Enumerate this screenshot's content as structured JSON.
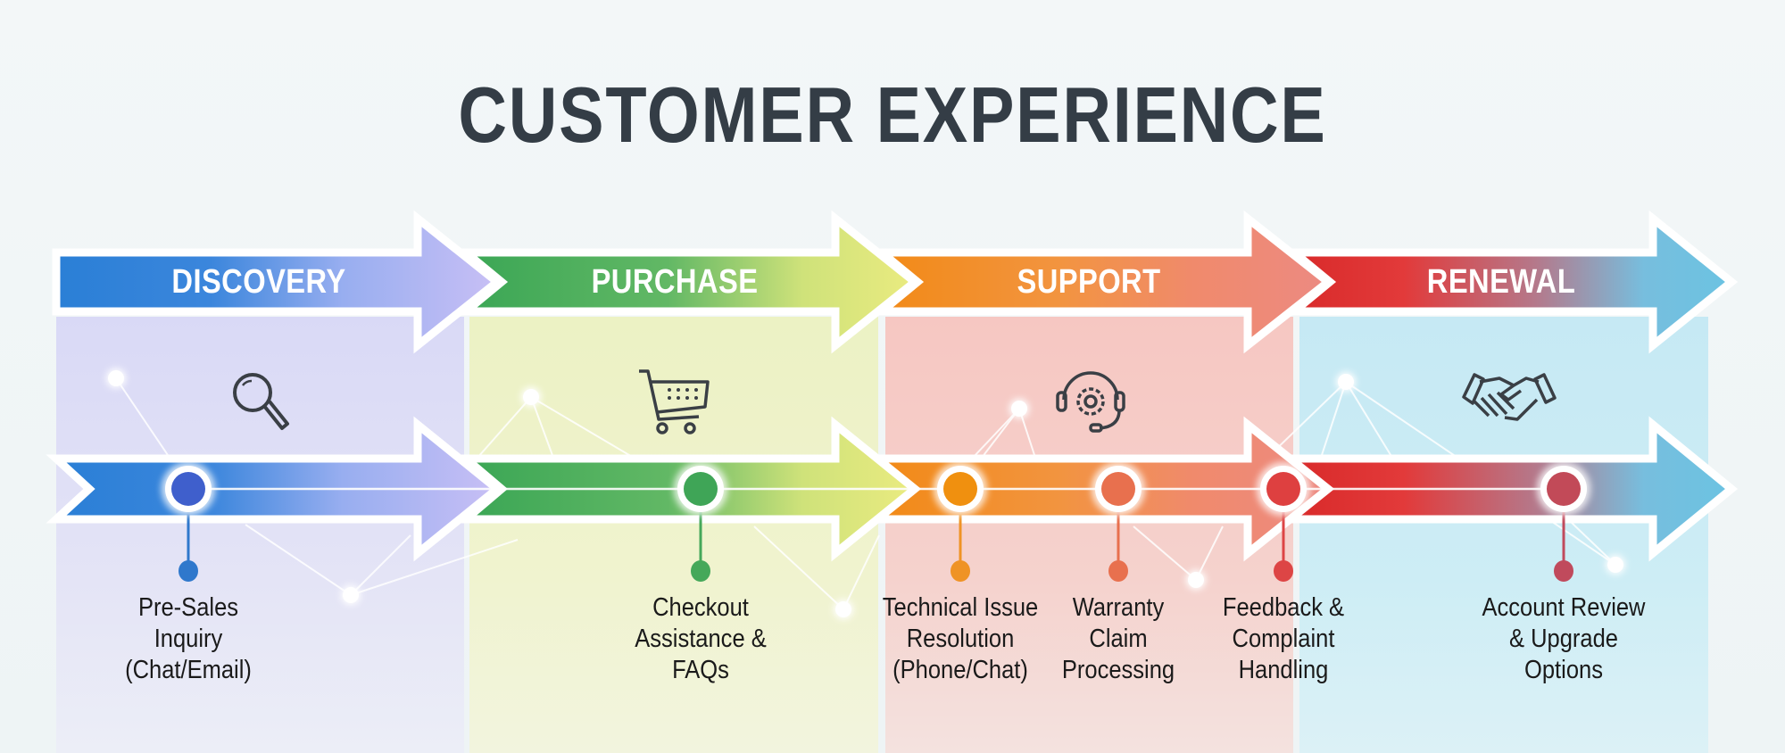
{
  "title": "CUSTOMER EXPERIENCE",
  "phases": [
    {
      "label": "DISCOVERY",
      "icon": "magnifying-glass-icon",
      "color_start": "#2a7fd6",
      "color_end": "#c6bff4",
      "panel_color": "#dcdcf5"
    },
    {
      "label": "PURCHASE",
      "icon": "shopping-cart-icon",
      "color_start": "#3aa655",
      "color_end": "#e8ec7a",
      "panel_color": "#eef3c8"
    },
    {
      "label": "SUPPORT",
      "icon": "headset-gear-icon",
      "color_start": "#f28a17",
      "color_end": "#ef8a80",
      "panel_color": "#f6c9c4"
    },
    {
      "label": "RENEWAL",
      "icon": "handshake-icon",
      "color_start": "#e23232",
      "color_end": "#6cc3e3",
      "panel_color": "#c8eaf4"
    }
  ],
  "touchpoints": [
    {
      "phase": "DISCOVERY",
      "label_lines": [
        "Pre-Sales",
        "Inquiry",
        "(Chat/Email)"
      ],
      "color": "#3f5fcc",
      "dot_color": "#2f78cc"
    },
    {
      "phase": "PURCHASE",
      "label_lines": [
        "Checkout",
        "Assistance &",
        "FAQs"
      ],
      "color": "#3fa557",
      "dot_color": "#45a85a"
    },
    {
      "phase": "SUPPORT",
      "label_lines": [
        "Technical Issue",
        "Resolution",
        "(Phone/Chat)"
      ],
      "color": "#f0900f",
      "dot_color": "#ef9325"
    },
    {
      "phase": "SUPPORT",
      "label_lines": [
        "Warranty",
        "Claim",
        "Processing"
      ],
      "color": "#e8704e",
      "dot_color": "#e8704e"
    },
    {
      "phase": "SUPPORT",
      "label_lines": [
        "Feedback &",
        "Complaint",
        "Handling"
      ],
      "color": "#de4040",
      "dot_color": "#dd4545"
    },
    {
      "phase": "RENEWAL",
      "label_lines": [
        "Account Review",
        "& Upgrade",
        "Options"
      ],
      "color": "#c24a58",
      "dot_color": "#c04a5c"
    }
  ]
}
